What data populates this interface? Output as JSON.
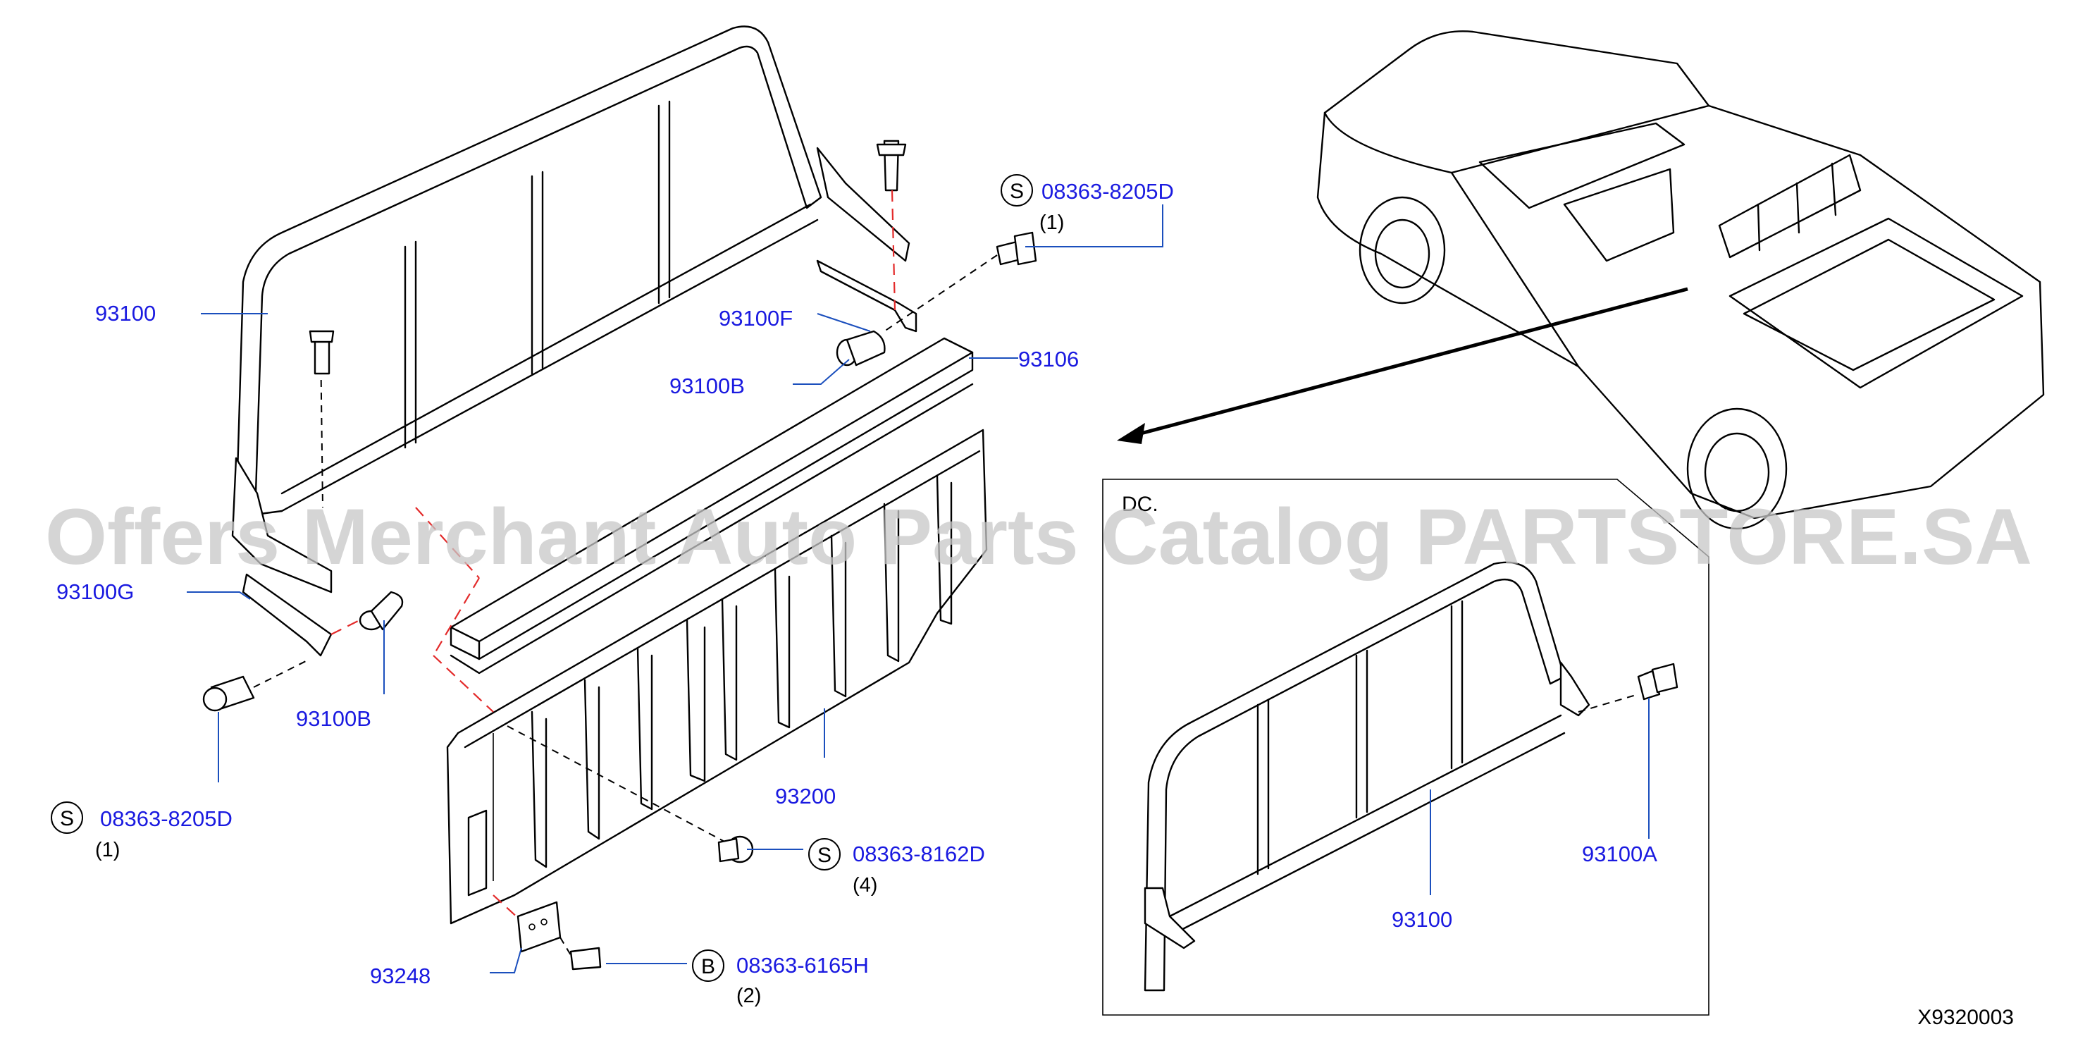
{
  "watermark": "Offers Merchant Auto Parts Catalog PARTSTORE.SA",
  "figure_code": "X9320003",
  "detail_box_label": "DC.",
  "part_labels": {
    "p93100_main": "93100",
    "p93100F": "93100F",
    "p93100B_top": "93100B",
    "p93106": "93106",
    "p93100G": "93100G",
    "p93100B_left": "93100B",
    "p93200": "93200",
    "p93248": "93248",
    "p93100_detail": "93100",
    "p93100A": "93100A"
  },
  "callouts": [
    {
      "symbol": "S",
      "part": "08363-8205D",
      "qty": "(1)"
    },
    {
      "symbol": "S",
      "part": "08363-8205D",
      "qty": "(1)"
    },
    {
      "symbol": "S",
      "part": "08363-8162D",
      "qty": "(4)"
    },
    {
      "symbol": "B",
      "part": "08363-6165H",
      "qty": "(2)"
    }
  ],
  "colors": {
    "label_blue": "#1a1ae0",
    "leader_blue": "#1b4fbd",
    "dash_red": "#e32a2a"
  }
}
